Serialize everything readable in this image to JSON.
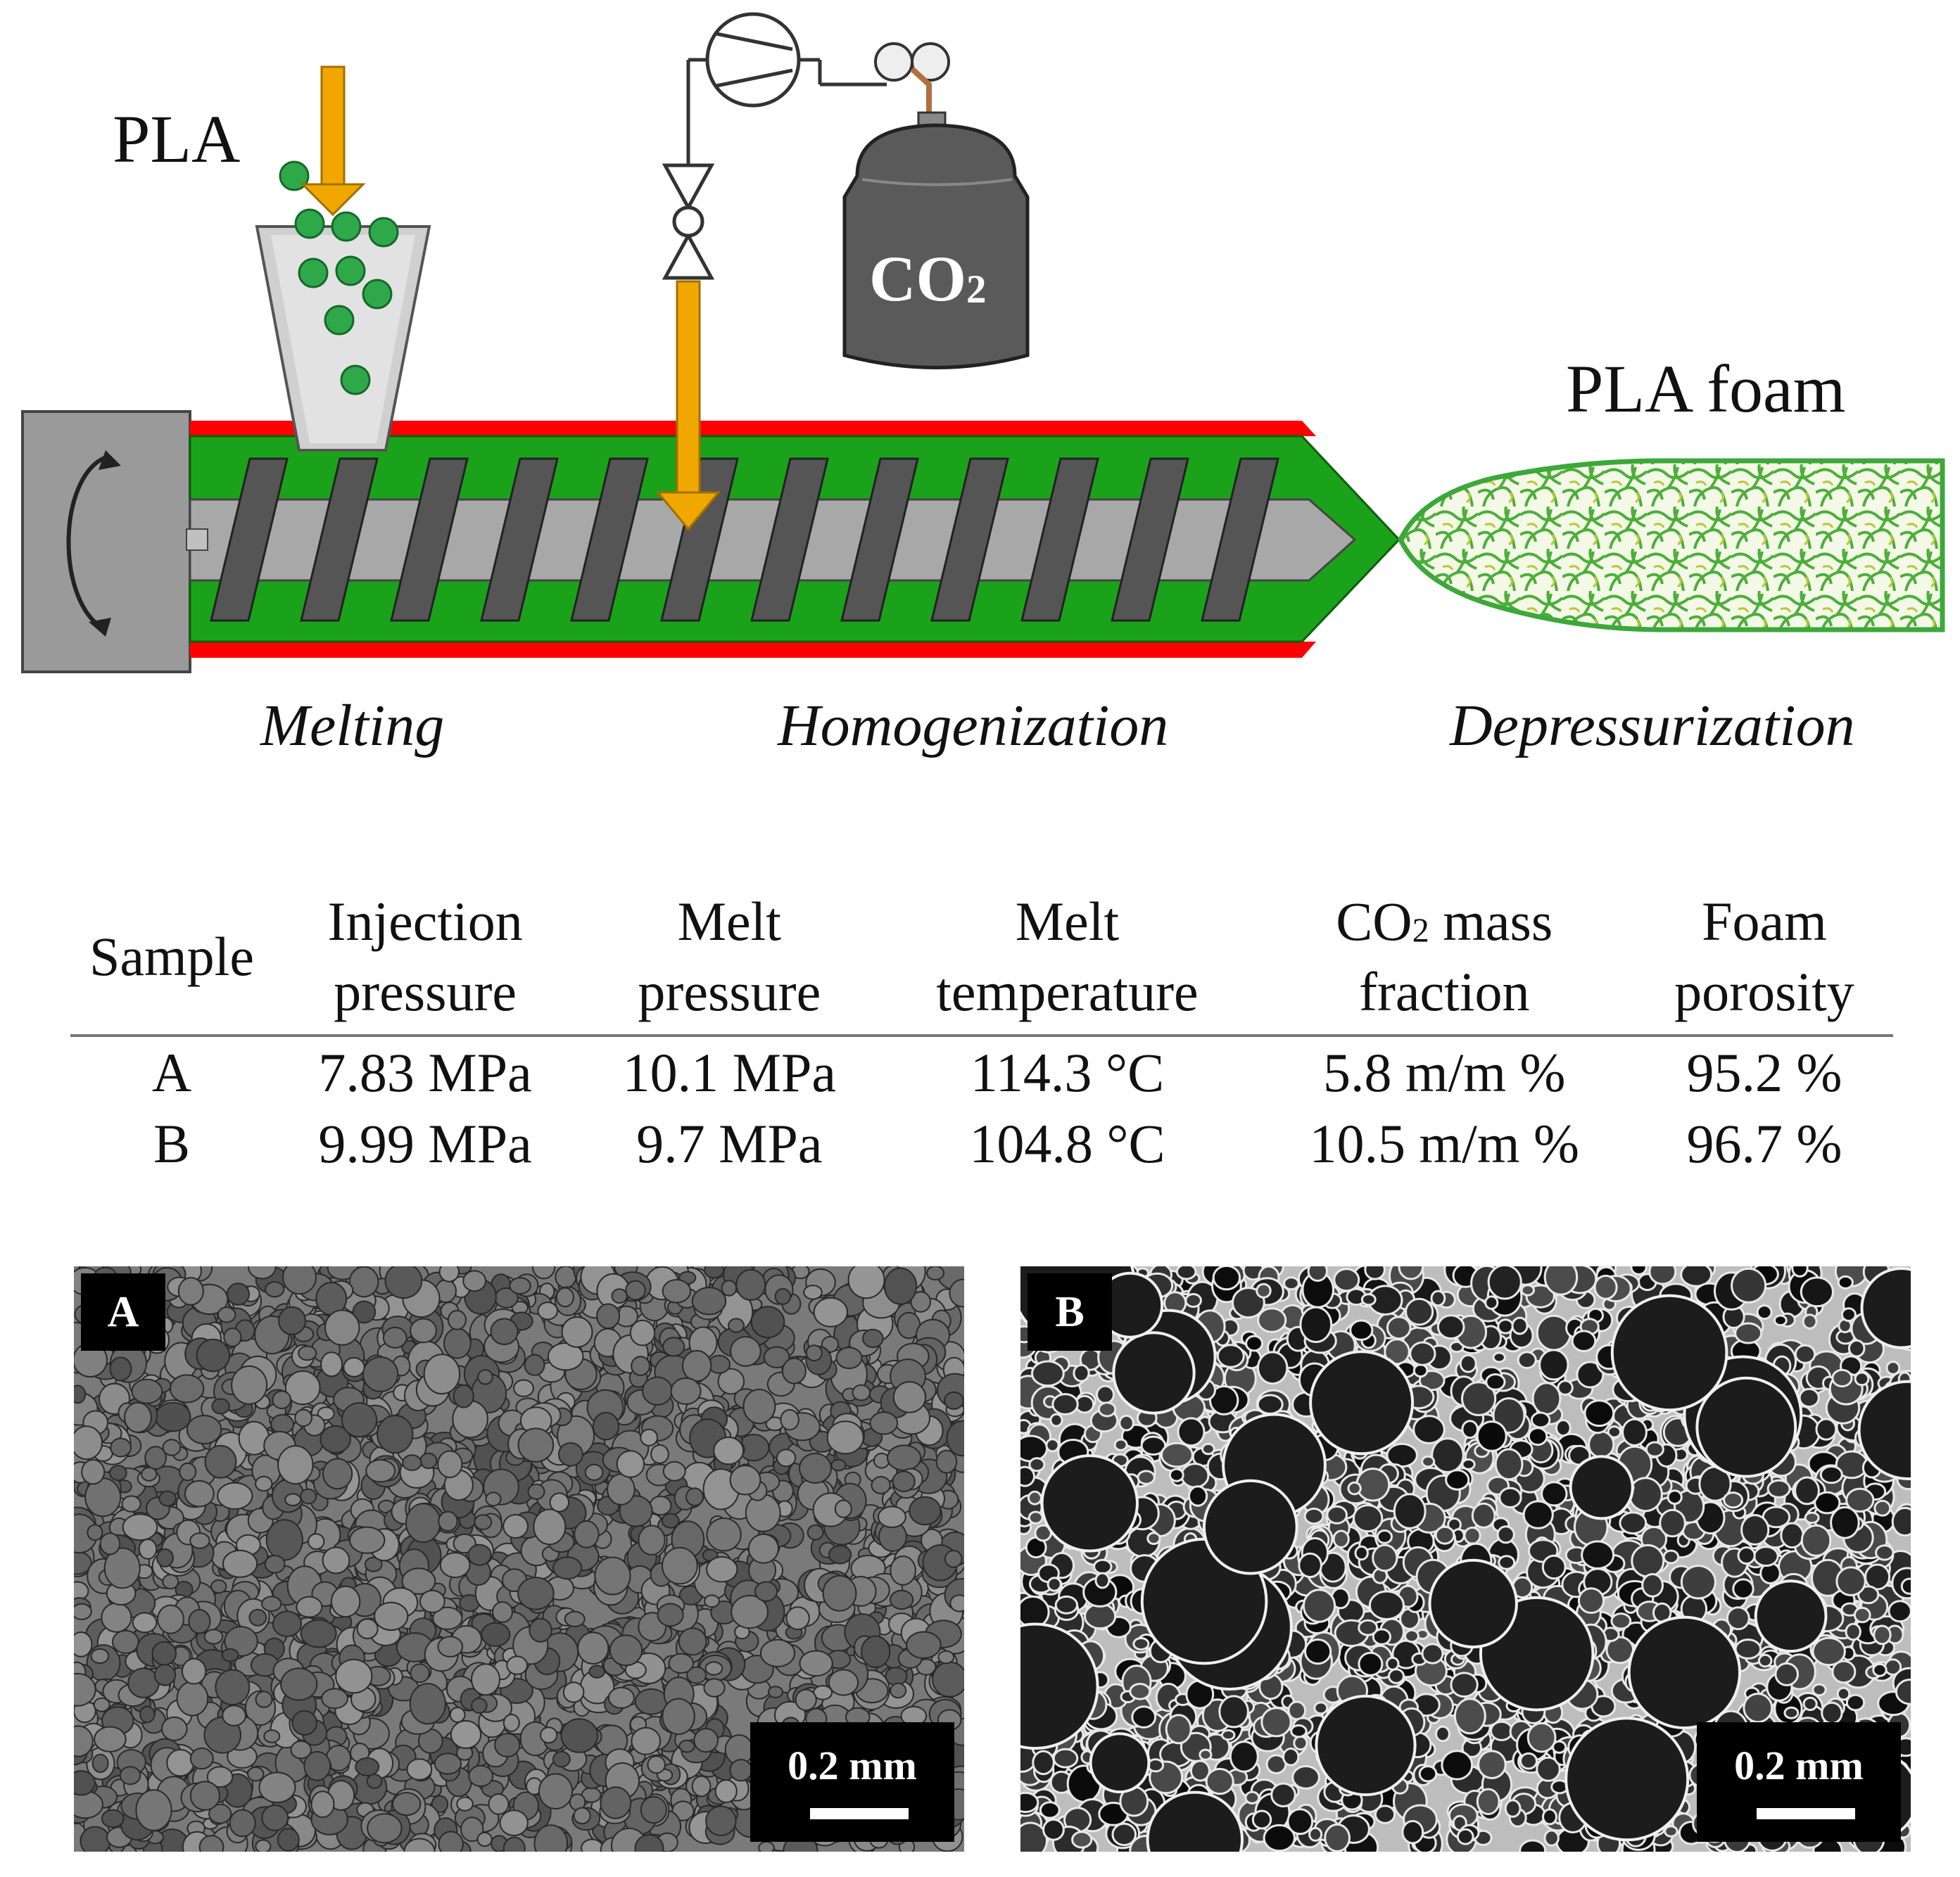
{
  "diagram": {
    "feed_label": "PLA",
    "gas_label_main": "CO",
    "gas_label_sub": "2",
    "product_label": "PLA foam",
    "stages": [
      "Melting",
      "Homogenization",
      "Depressurization"
    ],
    "colors": {
      "pellet_green": "#2fa84a",
      "melt_green": "#1aa31a",
      "heater_red": "#ff0000",
      "screw_gray": "#555555",
      "flow_arrow": "#f0a800",
      "foam_green": "#4caf3a"
    }
  },
  "table": {
    "headers": [
      {
        "line1": "Sample",
        "line2": ""
      },
      {
        "line1": "Injection",
        "line2": "pressure"
      },
      {
        "line1": "Melt",
        "line2": "pressure"
      },
      {
        "line1": "Melt",
        "line2": "temperature"
      },
      {
        "line1_main": "CO",
        "line1_sub": "2",
        "line1_rest": " mass",
        "line2": "fraction"
      },
      {
        "line1": "Foam",
        "line2": "porosity"
      }
    ],
    "rows": [
      [
        "A",
        "7.83 MPa",
        "10.1 MPa",
        "114.3 °C",
        "5.8 m/m %",
        "95.2 %"
      ],
      [
        "B",
        "9.99 MPa",
        "9.7 MPa",
        "104.8 °C",
        "10.5 m/m %",
        "96.7 %"
      ]
    ]
  },
  "micrographs": [
    {
      "tag": "A",
      "scale": "0.2 mm"
    },
    {
      "tag": "B",
      "scale": "0.2 mm"
    }
  ]
}
